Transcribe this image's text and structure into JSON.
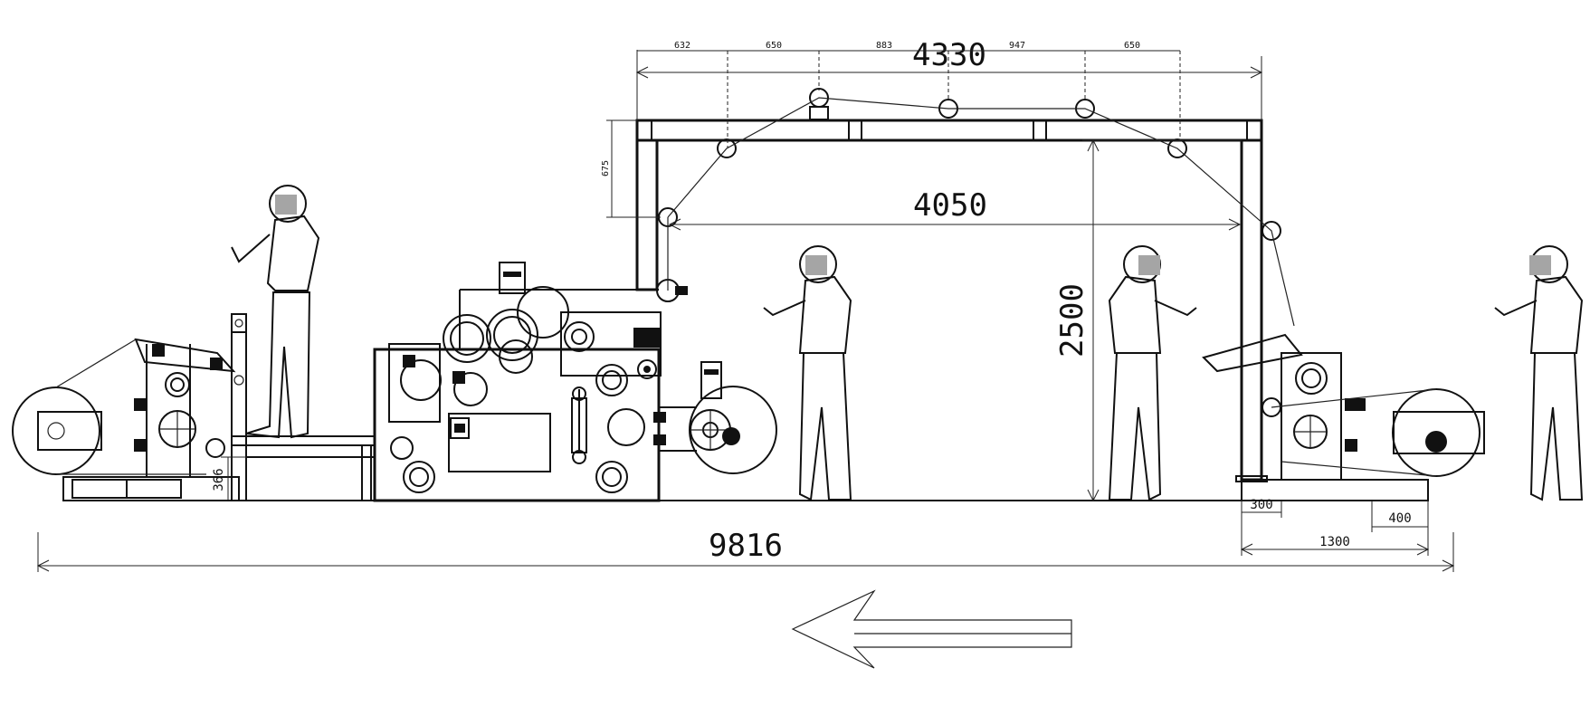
{
  "dimensions": {
    "frame_span": "4330",
    "frame_segments": [
      "632",
      "650",
      "883",
      "947",
      "650"
    ],
    "frame_depth": "675",
    "inner_span": "4050",
    "frame_height": "2500",
    "overall_length": "9816",
    "base_height": "366",
    "foot_width": "300",
    "right_unit_length": "1300",
    "right_end_offset": "400"
  },
  "flow_direction": "left",
  "colors": {
    "line": "#111111",
    "face_blur": "#a5a5a5",
    "background": "#ffffff"
  }
}
